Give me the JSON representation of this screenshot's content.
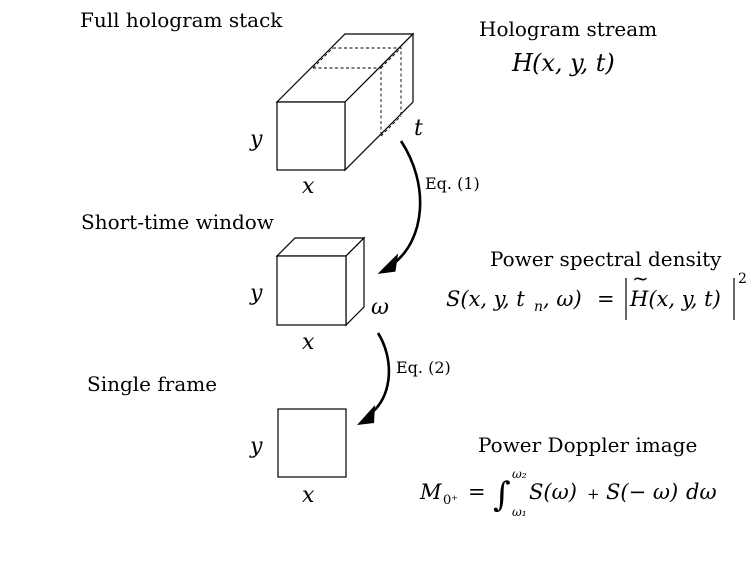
{
  "headings": {
    "full_stack": "Full hologram stack",
    "hologram_stream": "Hologram stream",
    "short_time_window": "Short-time window",
    "power_spectral_density": "Power spectral density",
    "single_frame": "Single frame",
    "power_doppler_image": "Power Doppler image"
  },
  "axes": {
    "x": "x",
    "y": "y",
    "t": "t",
    "omega": "ω"
  },
  "equation_refs": {
    "eq1": "Eq. (1)",
    "eq2": "Eq. (2)"
  },
  "formulas": {
    "stream": {
      "symbol": "H",
      "args": "(x, y, t)"
    },
    "psd": {
      "lhs": "S(x, y, t",
      "lhs_sub": "n",
      "lhs_tail": ", ω)",
      "equals": "=",
      "rhs": "H(x, y, t)",
      "tilde": "~",
      "exponent": "2"
    },
    "doppler": {
      "lhs": "M",
      "lhs_sub": "0⁺",
      "equals": "=",
      "integral": "∫",
      "upper": "ω₂",
      "lower": "ω₁",
      "term1": "S(ω)",
      "plus": "+",
      "term2": "S(− ω)",
      "differential": "dω"
    }
  }
}
